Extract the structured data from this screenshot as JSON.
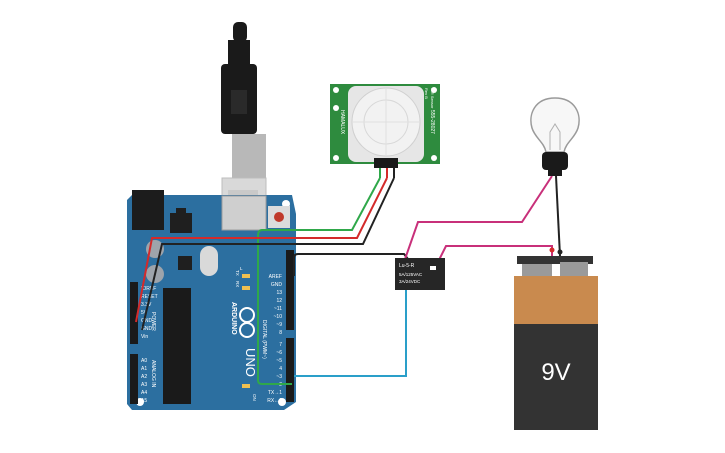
{
  "colors": {
    "board": "#2c6fa0",
    "pcb_green": "#2e8b3e",
    "wire_green": "#2fa84a",
    "wire_red": "#d42a2a",
    "wire_black": "#222222",
    "wire_magenta": "#c8307a",
    "wire_blue": "#2a9fc9",
    "battery_orange": "#c98a4e",
    "battery_dark": "#333333"
  },
  "arduino": {
    "brand": "ARDUINO",
    "model": "UNO",
    "digital_label": "DIGITAL (PWM~)",
    "header_top": [
      "AREF",
      "GND",
      "13",
      "12",
      "~11",
      "~10",
      "~9",
      "8"
    ],
    "header_bottom": [
      "7",
      "~6",
      "~5",
      "4",
      "~3",
      "2",
      "TX→1",
      "RX←0"
    ],
    "power_label": "POWER",
    "power_pins": [
      "IOREF",
      "RESET",
      "3.3V",
      "5V",
      "GND",
      "GND",
      "Vin"
    ],
    "analog_label": "ANALOG IN",
    "analog_pins": [
      "A0",
      "A1",
      "A2",
      "A3",
      "A4",
      "A5"
    ],
    "tx": "TX",
    "rx": "RX",
    "l": "L",
    "on": "ON"
  },
  "pir": {
    "left_text": "HAMALUX",
    "right_text": "555-28027",
    "corner_text": "PIR Sensor",
    "corner_sub": "Rev B"
  },
  "relay": {
    "line1": "Lu-5-R",
    "line2": "5A/125VAC",
    "line3": "3A/24VDC"
  },
  "battery": {
    "label": "9V"
  },
  "icons": [
    "usb-cable-icon",
    "lightbulb-icon",
    "infinity-logo-icon"
  ]
}
